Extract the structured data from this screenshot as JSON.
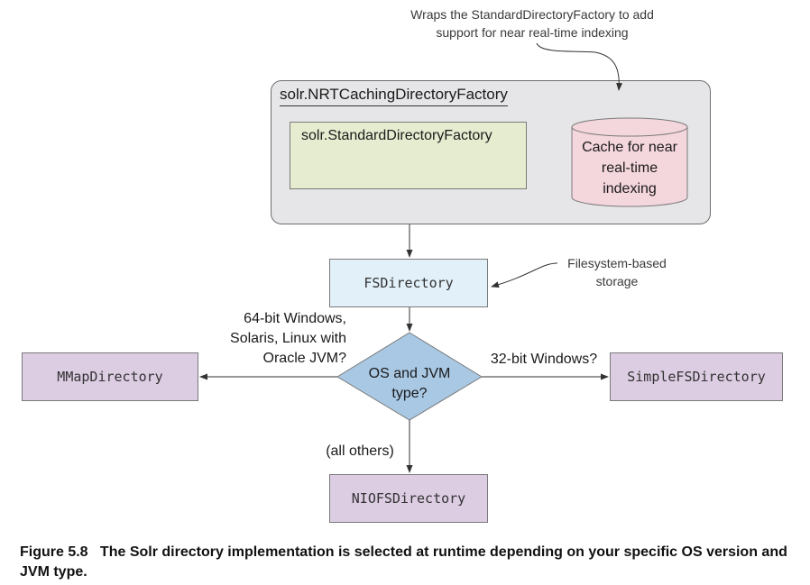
{
  "notes": {
    "wraps": "Wraps the StandardDirectoryFactory to add support for near real-time indexing",
    "filesystem": "Filesystem-based storage"
  },
  "nodes": {
    "outer_factory": "solr.NRTCachingDirectoryFactory",
    "standard_factory": "solr.StandardDirectoryFactory",
    "cache": "Cache for near real-time indexing",
    "fsdirectory": "FSDirectory",
    "decision": "OS and JVM type?",
    "mmap": "MMapDirectory",
    "simplefs": "SimpleFSDirectory",
    "niofs": "NIOFSDirectory"
  },
  "edges": {
    "left_condition": "64-bit Windows, Solaris, Linux with Oracle JVM?",
    "right_condition": "32-bit Windows?",
    "bottom_condition": "(all others)"
  },
  "caption": {
    "figure": "Figure 5.8",
    "text": "The Solr directory implementation is selected at runtime depending on your specific OS version and JVM type."
  },
  "colors": {
    "container_fill": "#e6e6e8",
    "standard_fill": "#e6ecd0",
    "cache_fill": "#f4d6dd",
    "fsdirectory_fill": "#e2f0f9",
    "decision_fill": "#a9c8e4",
    "impl_fill": "#dccde3"
  }
}
